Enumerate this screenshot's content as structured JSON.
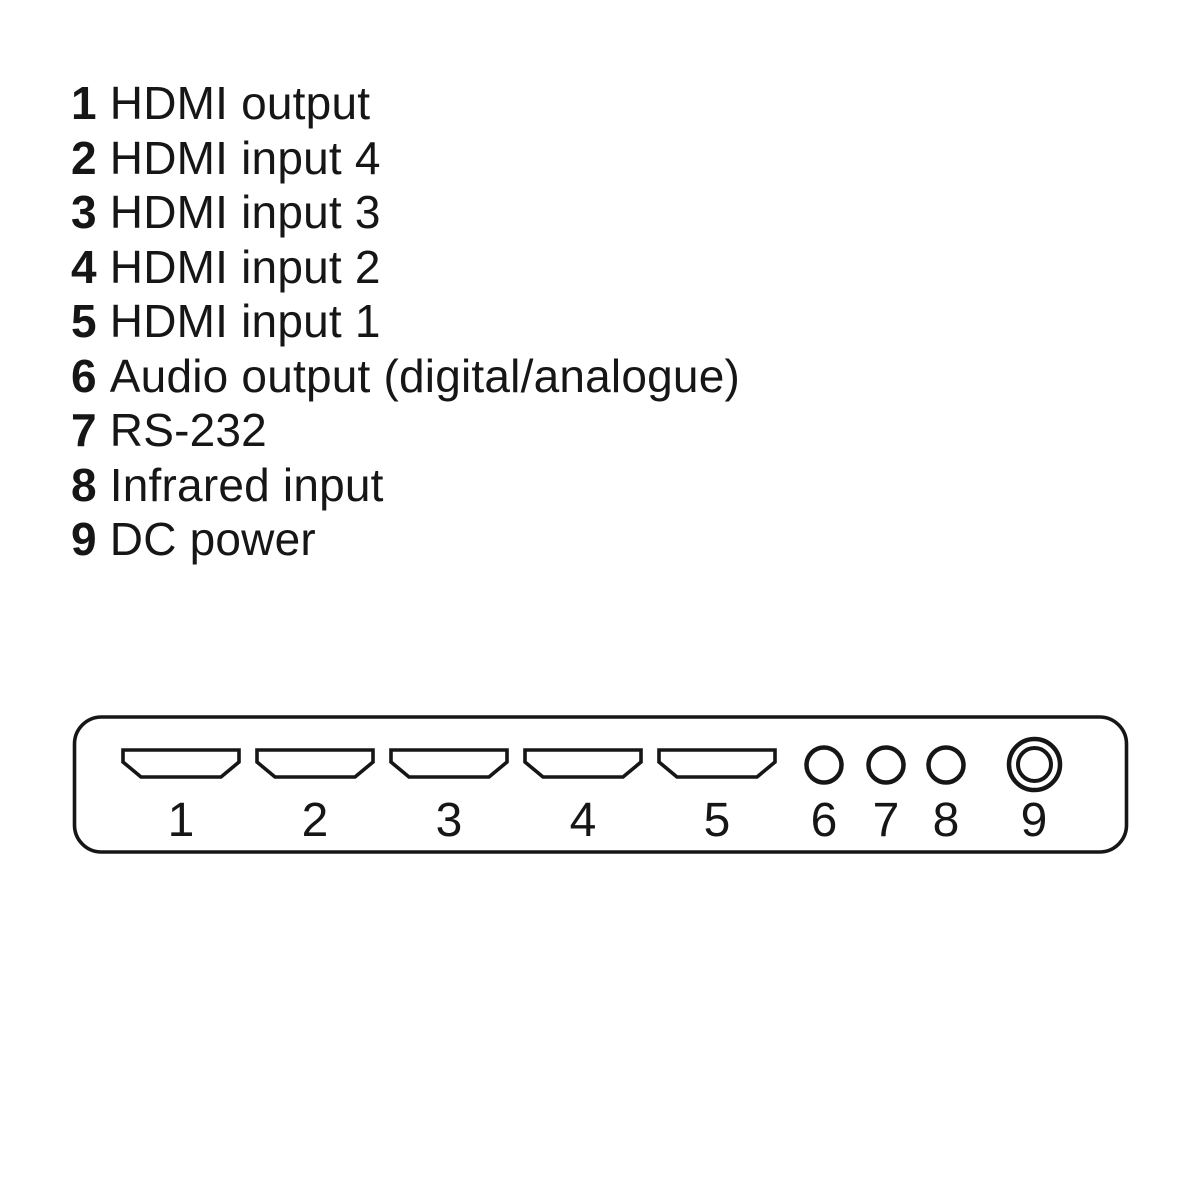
{
  "page": {
    "background": "#ffffff",
    "ink_color": "#161616",
    "description": "Rear panel connection diagram of a 4-port HDMI switch"
  },
  "legend": {
    "items": [
      {
        "number": "1",
        "label": "HDMI output"
      },
      {
        "number": "2",
        "label": "HDMI input 4"
      },
      {
        "number": "3",
        "label": "HDMI input 3"
      },
      {
        "number": "4",
        "label": "HDMI input 2"
      },
      {
        "number": "5",
        "label": "HDMI input 1"
      },
      {
        "number": "6",
        "label": "Audio output (digital/analogue)"
      },
      {
        "number": "7",
        "label": "RS-232"
      },
      {
        "number": "8",
        "label": "Infrared input"
      },
      {
        "number": "9",
        "label": "DC power"
      }
    ]
  },
  "panel": {
    "ports": [
      {
        "number": "1",
        "icon": "hdmi-port-icon",
        "meaning": "HDMI output"
      },
      {
        "number": "2",
        "icon": "hdmi-port-icon",
        "meaning": "HDMI input 4"
      },
      {
        "number": "3",
        "icon": "hdmi-port-icon",
        "meaning": "HDMI input 3"
      },
      {
        "number": "4",
        "icon": "hdmi-port-icon",
        "meaning": "HDMI input 2"
      },
      {
        "number": "5",
        "icon": "hdmi-port-icon",
        "meaning": "HDMI input 1"
      },
      {
        "number": "6",
        "icon": "round-jack-icon",
        "meaning": "Audio output (digital/analogue)"
      },
      {
        "number": "7",
        "icon": "round-jack-icon",
        "meaning": "RS-232"
      },
      {
        "number": "8",
        "icon": "round-jack-icon",
        "meaning": "Infrared input"
      },
      {
        "number": "9",
        "icon": "dc-power-jack-icon",
        "meaning": "DC power"
      }
    ]
  }
}
